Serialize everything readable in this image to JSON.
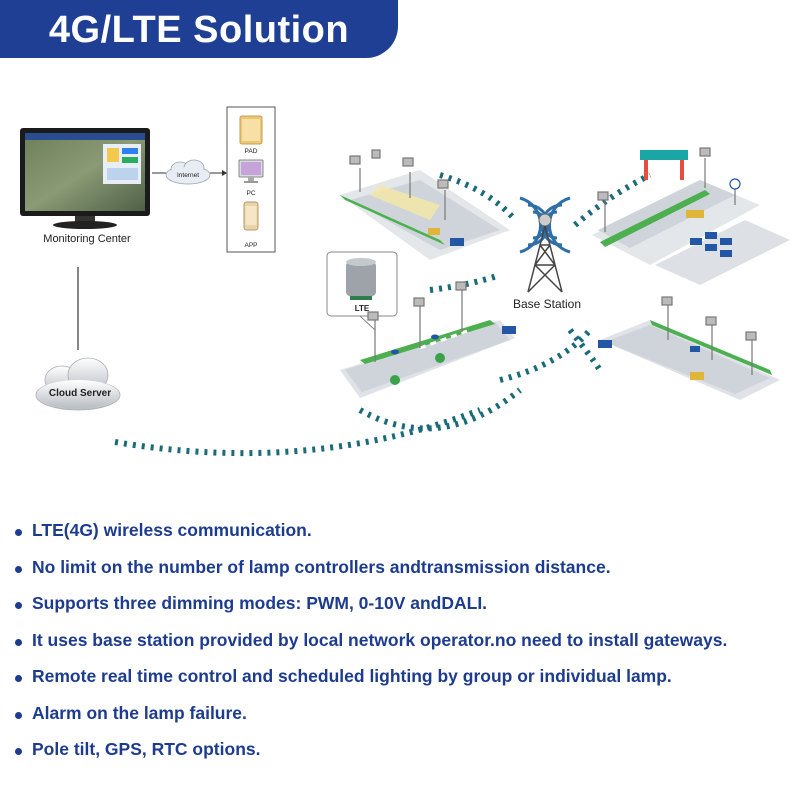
{
  "header": {
    "title": "4G/LTE Solution"
  },
  "diagram": {
    "monitoring_center": "Monitoring Center",
    "internet": "Internet",
    "devices": [
      "PAD",
      "PC",
      "APP"
    ],
    "cloud_server": "Cloud Server",
    "base_station": "Base Station",
    "lamp_controller": "LTE"
  },
  "features": [
    "LTE(4G) wireless communication.",
    "No limit on the number of lamp controllers andtransmission distance.",
    "Supports three dimming modes: PWM, 0-10V andDALI.",
    "It uses base station provided by local network operator.no need to install gateways.",
    "Remote real time control and scheduled lighting by group or individual lamp.",
    "Alarm on the lamp failure.",
    "Pole tilt, GPS, RTC options."
  ],
  "colors": {
    "brand": "#1e3f93",
    "feature_text": "#1d3c8f",
    "signal": "#1a6b7a",
    "grass": "#4caf50",
    "road": "#cfd4da"
  }
}
